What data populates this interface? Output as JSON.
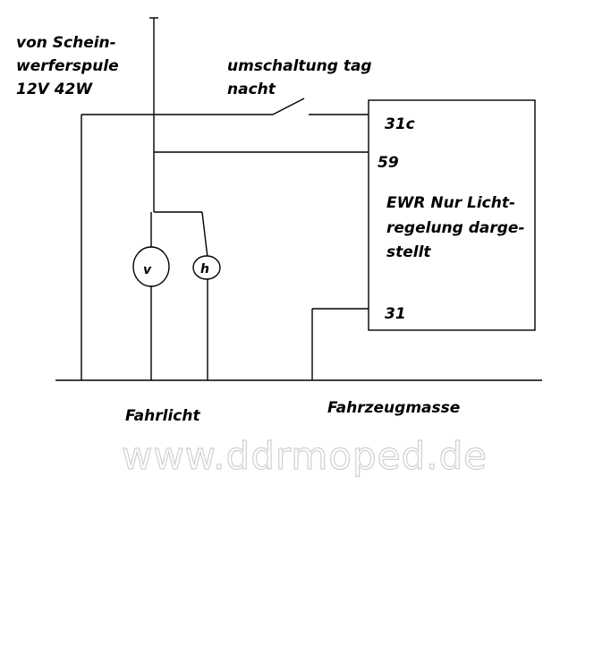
{
  "source_label": [
    "von Schein-",
    "werferspule",
    "12V 42W"
  ],
  "switch_label": [
    "umschaltung tag",
    "nacht"
  ],
  "terminals": {
    "t31c": "31c",
    "t59": "59",
    "t31": "31"
  },
  "ewr_label": [
    "EWR Nur Licht-",
    "regelung darge-",
    "stellt"
  ],
  "bulbs": {
    "low_beam": "v",
    "high_beam": "h"
  },
  "bottom_labels": {
    "fahrlicht": "Fahrlicht",
    "fahrzeugmasse": "Fahrzeugmasse"
  },
  "watermark": "www.ddrmoped.de"
}
